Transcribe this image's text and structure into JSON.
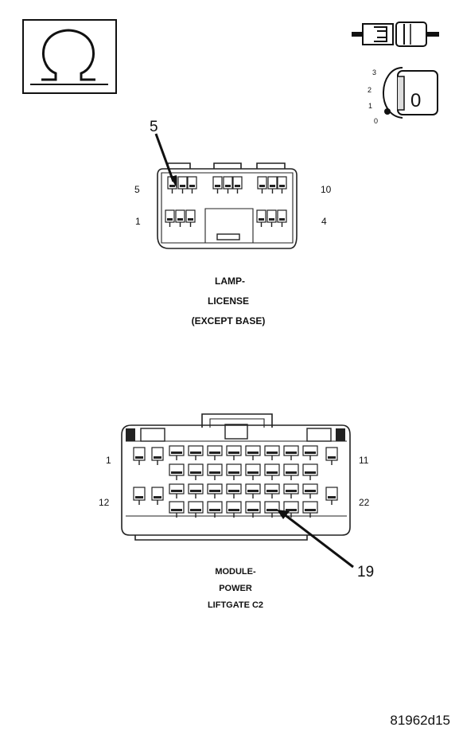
{
  "symbols": {
    "ohm_icon": "ohmmeter-icon",
    "connector_icon": "connector-disconnect-icon",
    "ignition_icon": "ignition-key-off-icon",
    "ignition_positions": [
      "3",
      "2",
      "1",
      "0"
    ],
    "ignition_key_label": "0"
  },
  "connector_a": {
    "callout": "5",
    "pin_top_left": "5",
    "pin_top_right": "10",
    "pin_bottom_left": "1",
    "pin_bottom_right": "4",
    "title_lines": [
      "LAMP-",
      "LICENSE",
      "(EXCEPT BASE)"
    ]
  },
  "connector_b": {
    "callout": "19",
    "pin_top_left": "1",
    "pin_top_right": "11",
    "pin_bottom_left": "12",
    "pin_bottom_right": "22",
    "title_lines": [
      "MODULE-",
      "POWER",
      "LIFTGATE C2"
    ]
  },
  "figure_id": "81962d15"
}
